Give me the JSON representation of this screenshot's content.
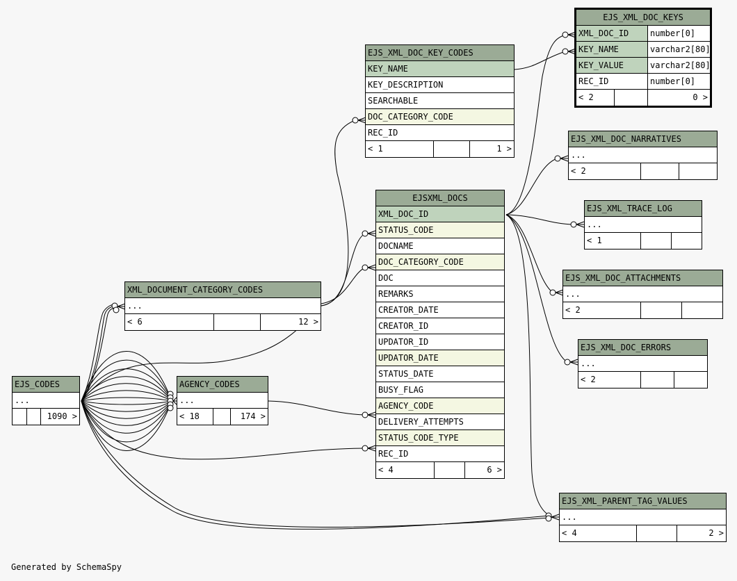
{
  "diagram": {
    "generator_note": "Generated by SchemaSpy",
    "tables": {
      "doc_keys": {
        "name": "EJS_XML_DOC_KEYS",
        "columns": [
          {
            "name": "XML_DOC_ID",
            "type": "number[0]",
            "kind": "pk"
          },
          {
            "name": "KEY_NAME",
            "type": "varchar2[80]",
            "kind": "pk"
          },
          {
            "name": "KEY_VALUE",
            "type": "varchar2[80]",
            "kind": "pk"
          },
          {
            "name": "REC_ID",
            "type": "number[0]",
            "kind": "plain"
          }
        ],
        "footer": [
          "< 2",
          "",
          "0 >"
        ]
      },
      "doc_key_codes": {
        "name": "EJS_XML_DOC_KEY_CODES",
        "columns": [
          {
            "name": "KEY_NAME",
            "kind": "pk"
          },
          {
            "name": "KEY_DESCRIPTION",
            "kind": "plain"
          },
          {
            "name": "SEARCHABLE",
            "kind": "plain"
          },
          {
            "name": "DOC_CATEGORY_CODE",
            "kind": "fk"
          },
          {
            "name": "REC_ID",
            "kind": "plain"
          }
        ],
        "footer": [
          "< 1",
          "",
          "1 >"
        ]
      },
      "xml_docs": {
        "name": "EJSXML_DOCS",
        "columns": [
          {
            "name": "XML_DOC_ID",
            "kind": "pk"
          },
          {
            "name": "STATUS_CODE",
            "kind": "fk"
          },
          {
            "name": "DOCNAME",
            "kind": "plain"
          },
          {
            "name": "DOC_CATEGORY_CODE",
            "kind": "fk"
          },
          {
            "name": "DOC",
            "kind": "plain"
          },
          {
            "name": "REMARKS",
            "kind": "plain"
          },
          {
            "name": "CREATOR_DATE",
            "kind": "plain"
          },
          {
            "name": "CREATOR_ID",
            "kind": "plain"
          },
          {
            "name": "UPDATOR_ID",
            "kind": "plain"
          },
          {
            "name": "UPDATOR_DATE",
            "kind": "fk"
          },
          {
            "name": "STATUS_DATE",
            "kind": "plain"
          },
          {
            "name": "BUSY_FLAG",
            "kind": "plain"
          },
          {
            "name": "AGENCY_CODE",
            "kind": "fk"
          },
          {
            "name": "DELIVERY_ATTEMPTS",
            "kind": "plain"
          },
          {
            "name": "STATUS_CODE_TYPE",
            "kind": "fk"
          },
          {
            "name": "REC_ID",
            "kind": "plain"
          }
        ],
        "footer": [
          "< 4",
          "",
          "6 >"
        ]
      },
      "narratives": {
        "name": "EJS_XML_DOC_NARRATIVES",
        "columns": [
          {
            "name": "...",
            "kind": "plain"
          }
        ],
        "footer": [
          "< 2",
          "",
          ""
        ]
      },
      "trace_log": {
        "name": "EJS_XML_TRACE_LOG",
        "columns": [
          {
            "name": "...",
            "kind": "plain"
          }
        ],
        "footer": [
          "< 1",
          "",
          ""
        ]
      },
      "attachments": {
        "name": "EJS_XML_DOC_ATTACHMENTS",
        "columns": [
          {
            "name": "...",
            "kind": "plain"
          }
        ],
        "footer": [
          "< 2",
          "",
          ""
        ]
      },
      "errors": {
        "name": "EJS_XML_DOC_ERRORS",
        "columns": [
          {
            "name": "...",
            "kind": "plain"
          }
        ],
        "footer": [
          "< 2",
          "",
          ""
        ]
      },
      "parent_tag_values": {
        "name": "EJS_XML_PARENT_TAG_VALUES",
        "columns": [
          {
            "name": "...",
            "kind": "plain"
          }
        ],
        "footer": [
          "< 4",
          "",
          "2 >"
        ]
      },
      "doc_category_codes": {
        "name": "XML_DOCUMENT_CATEGORY_CODES",
        "columns": [
          {
            "name": "...",
            "kind": "plain"
          }
        ],
        "footer": [
          "< 6",
          "",
          "12 >"
        ]
      },
      "ejs_codes": {
        "name": "EJS_CODES",
        "columns": [
          {
            "name": "...",
            "kind": "plain"
          }
        ],
        "footer": [
          "",
          "",
          "1090 >"
        ]
      },
      "agency_codes": {
        "name": "AGENCY_CODES",
        "columns": [
          {
            "name": "...",
            "kind": "plain"
          }
        ],
        "footer": [
          "< 18",
          "",
          "174 >"
        ]
      }
    },
    "relationships": [
      {
        "from": "EJSXML_DOCS.XML_DOC_ID",
        "to": "EJS_XML_DOC_KEYS.XML_DOC_ID"
      },
      {
        "from": "EJS_XML_DOC_KEY_CODES.KEY_NAME",
        "to": "EJS_XML_DOC_KEYS.KEY_NAME"
      },
      {
        "from": "XML_DOCUMENT_CATEGORY_CODES",
        "to": "EJS_XML_DOC_KEY_CODES.DOC_CATEGORY_CODE"
      },
      {
        "from": "XML_DOCUMENT_CATEGORY_CODES",
        "to": "EJSXML_DOCS.STATUS_CODE"
      },
      {
        "from": "XML_DOCUMENT_CATEGORY_CODES",
        "to": "EJSXML_DOCS.DOC_CATEGORY_CODE"
      },
      {
        "from": "EJS_CODES",
        "to": "XML_DOCUMENT_CATEGORY_CODES"
      },
      {
        "from": "EJS_CODES",
        "to": "AGENCY_CODES"
      },
      {
        "from": "AGENCY_CODES",
        "to": "EJSXML_DOCS.AGENCY_CODE"
      },
      {
        "from": "EJS_CODES",
        "to": "EJSXML_DOCS.STATUS_CODE_TYPE"
      },
      {
        "from": "EJS_CODES",
        "to": "EJS_XML_PARENT_TAG_VALUES"
      },
      {
        "from": "EJSXML_DOCS.XML_DOC_ID",
        "to": "EJS_XML_DOC_NARRATIVES"
      },
      {
        "from": "EJSXML_DOCS.XML_DOC_ID",
        "to": "EJS_XML_TRACE_LOG"
      },
      {
        "from": "EJSXML_DOCS.XML_DOC_ID",
        "to": "EJS_XML_DOC_ATTACHMENTS"
      },
      {
        "from": "EJSXML_DOCS.XML_DOC_ID",
        "to": "EJS_XML_DOC_ERRORS"
      },
      {
        "from": "EJSXML_DOCS.XML_DOC_ID",
        "to": "EJS_XML_PARENT_TAG_VALUES"
      }
    ],
    "colors": {
      "header": "#9bab96",
      "primary_key": "#bfd3bc",
      "foreign_key": "#f4f7e2",
      "background": "#f7f7f7"
    }
  }
}
